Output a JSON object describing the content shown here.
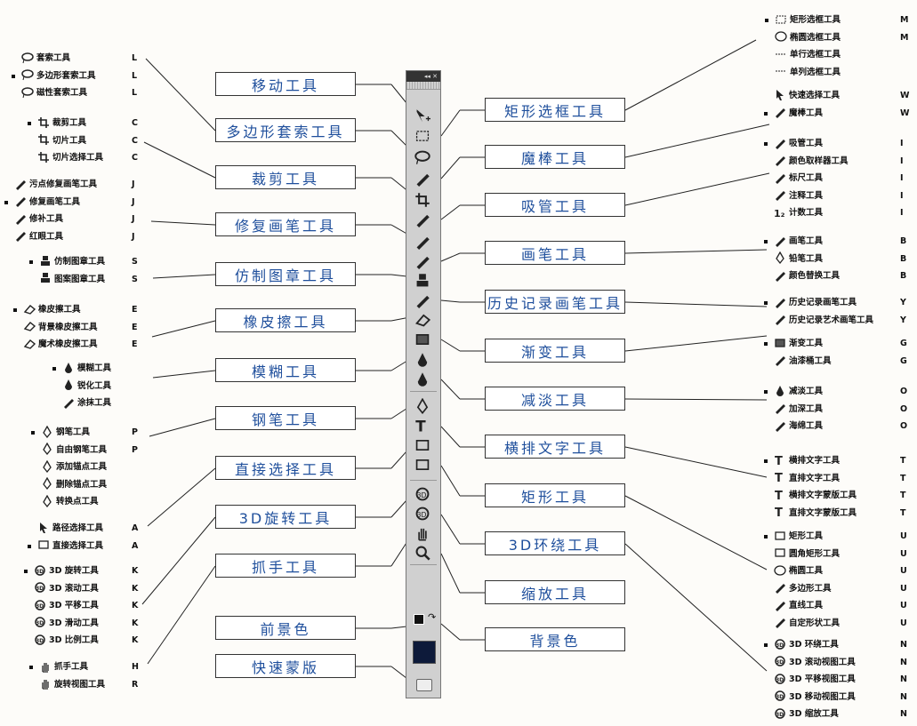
{
  "center_labels_left": [
    {
      "text": "移动工具",
      "tool": "move"
    },
    {
      "text": "多边形套索工具",
      "tool": "lasso"
    },
    {
      "text": "裁剪工具",
      "tool": "crop"
    },
    {
      "text": "修复画笔工具",
      "tool": "heal"
    },
    {
      "text": "仿制图章工具",
      "tool": "stamp"
    },
    {
      "text": "橡皮擦工具",
      "tool": "eraser"
    },
    {
      "text": "模糊工具",
      "tool": "blur"
    },
    {
      "text": "钢笔工具",
      "tool": "pen"
    },
    {
      "text": "直接选择工具",
      "tool": "path"
    },
    {
      "text": "3D旋转工具",
      "tool": "rot3d"
    },
    {
      "text": "抓手工具",
      "tool": "hand"
    },
    {
      "text": "前景色",
      "tool": "fg"
    },
    {
      "text": "快速蒙版",
      "tool": "mask"
    }
  ],
  "center_labels_right": [
    {
      "text": "矩形选框工具",
      "tool": "marquee"
    },
    {
      "text": "魔棒工具",
      "tool": "wand"
    },
    {
      "text": "吸管工具",
      "tool": "eyedrop"
    },
    {
      "text": "画笔工具",
      "tool": "brush"
    },
    {
      "text": "历史记录画笔工具",
      "tool": "history"
    },
    {
      "text": "渐变工具",
      "tool": "gradient"
    },
    {
      "text": "减淡工具",
      "tool": "dodge"
    },
    {
      "text": "横排文字工具",
      "tool": "type"
    },
    {
      "text": "矩形工具",
      "tool": "shape"
    },
    {
      "text": "3D环绕工具",
      "tool": "orbit3d"
    },
    {
      "text": "缩放工具",
      "tool": "zoom"
    },
    {
      "text": "背景色",
      "tool": "bg"
    }
  ],
  "toolbar": {
    "header": "◂◂ ✕"
  },
  "groups_left": [
    {
      "items": [
        {
          "name": "套索工具",
          "key": "L",
          "icon": "lasso-icon"
        },
        {
          "name": "多边形套索工具",
          "key": "L",
          "icon": "polygon-lasso-icon",
          "sel": true
        },
        {
          "name": "磁性套索工具",
          "key": "L",
          "icon": "magnetic-lasso-icon"
        }
      ]
    },
    {
      "items": [
        {
          "name": "裁剪工具",
          "key": "C",
          "icon": "crop-icon",
          "sel": true
        },
        {
          "name": "切片工具",
          "key": "C",
          "icon": "slice-icon"
        },
        {
          "name": "切片选择工具",
          "key": "C",
          "icon": "slice-select-icon"
        }
      ]
    },
    {
      "items": [
        {
          "name": "污点修复画笔工具",
          "key": "J",
          "icon": "spot-heal-icon"
        },
        {
          "name": "修复画笔工具",
          "key": "J",
          "icon": "heal-brush-icon",
          "sel": true
        },
        {
          "name": "修补工具",
          "key": "J",
          "icon": "patch-icon"
        },
        {
          "name": "红眼工具",
          "key": "J",
          "icon": "red-eye-icon"
        }
      ]
    },
    {
      "items": [
        {
          "name": "仿制图章工具",
          "key": "S",
          "icon": "clone-stamp-icon",
          "sel": true
        },
        {
          "name": "图案图章工具",
          "key": "S",
          "icon": "pattern-stamp-icon"
        }
      ]
    },
    {
      "items": [
        {
          "name": "橡皮擦工具",
          "key": "E",
          "icon": "eraser-icon",
          "sel": true
        },
        {
          "name": "背景橡皮擦工具",
          "key": "E",
          "icon": "bg-eraser-icon"
        },
        {
          "name": "魔术橡皮擦工具",
          "key": "E",
          "icon": "magic-eraser-icon"
        }
      ]
    },
    {
      "items": [
        {
          "name": "模糊工具",
          "key": "",
          "icon": "blur-icon",
          "sel": true
        },
        {
          "name": "锐化工具",
          "key": "",
          "icon": "sharpen-icon"
        },
        {
          "name": "涂抹工具",
          "key": "",
          "icon": "smudge-icon"
        }
      ]
    },
    {
      "items": [
        {
          "name": "钢笔工具",
          "key": "P",
          "icon": "pen-icon",
          "sel": true
        },
        {
          "name": "自由钢笔工具",
          "key": "P",
          "icon": "freeform-pen-icon"
        },
        {
          "name": "添加锚点工具",
          "key": "",
          "icon": "add-anchor-icon"
        },
        {
          "name": "删除锚点工具",
          "key": "",
          "icon": "delete-anchor-icon"
        },
        {
          "name": "转换点工具",
          "key": "",
          "icon": "convert-point-icon"
        }
      ]
    },
    {
      "items": [
        {
          "name": "路径选择工具",
          "key": "A",
          "icon": "path-select-icon"
        },
        {
          "name": "直接选择工具",
          "key": "A",
          "icon": "direct-select-icon",
          "sel": true
        }
      ]
    },
    {
      "items": [
        {
          "name": "3D 旋转工具",
          "key": "K",
          "icon": "rotate-3d-icon",
          "sel": true
        },
        {
          "name": "3D 滚动工具",
          "key": "K",
          "icon": "roll-3d-icon"
        },
        {
          "name": "3D 平移工具",
          "key": "K",
          "icon": "pan-3d-icon"
        },
        {
          "name": "3D 滑动工具",
          "key": "K",
          "icon": "slide-3d-icon"
        },
        {
          "name": "3D 比例工具",
          "key": "K",
          "icon": "scale-3d-icon"
        }
      ]
    },
    {
      "items": [
        {
          "name": "抓手工具",
          "key": "H",
          "icon": "hand-icon",
          "sel": true
        },
        {
          "name": "旋转视图工具",
          "key": "R",
          "icon": "rotate-view-icon"
        }
      ]
    }
  ],
  "groups_right": [
    {
      "items": [
        {
          "name": "矩形选框工具",
          "key": "M",
          "icon": "rect-marquee-icon",
          "sel": true
        },
        {
          "name": "椭圆选框工具",
          "key": "M",
          "icon": "ellipse-marquee-icon"
        },
        {
          "name": "单行选框工具",
          "key": "",
          "icon": "single-row-icon"
        },
        {
          "name": "单列选框工具",
          "key": "",
          "icon": "single-col-icon"
        }
      ]
    },
    {
      "items": [
        {
          "name": "快速选择工具",
          "key": "W",
          "icon": "quick-select-icon"
        },
        {
          "name": "魔棒工具",
          "key": "W",
          "icon": "magic-wand-icon",
          "sel": true
        }
      ]
    },
    {
      "items": [
        {
          "name": "吸管工具",
          "key": "I",
          "icon": "eyedropper-icon",
          "sel": true
        },
        {
          "name": "颜色取样器工具",
          "key": "I",
          "icon": "color-sampler-icon"
        },
        {
          "name": "标尺工具",
          "key": "I",
          "icon": "ruler-icon"
        },
        {
          "name": "注释工具",
          "key": "I",
          "icon": "note-icon"
        },
        {
          "name": "计数工具",
          "key": "I",
          "icon": "count-icon"
        }
      ]
    },
    {
      "items": [
        {
          "name": "画笔工具",
          "key": "B",
          "icon": "brush-icon",
          "sel": true
        },
        {
          "name": "铅笔工具",
          "key": "B",
          "icon": "pencil-icon"
        },
        {
          "name": "颜色替换工具",
          "key": "B",
          "icon": "color-replace-icon"
        }
      ]
    },
    {
      "items": [
        {
          "name": "历史记录画笔工具",
          "key": "Y",
          "icon": "history-brush-icon",
          "sel": true
        },
        {
          "name": "历史记录艺术画笔工具",
          "key": "Y",
          "icon": "art-history-icon"
        }
      ]
    },
    {
      "items": [
        {
          "name": "渐变工具",
          "key": "G",
          "icon": "gradient-icon",
          "sel": true
        },
        {
          "name": "油漆桶工具",
          "key": "G",
          "icon": "paint-bucket-icon"
        }
      ]
    },
    {
      "items": [
        {
          "name": "减淡工具",
          "key": "O",
          "icon": "dodge-icon",
          "sel": true
        },
        {
          "name": "加深工具",
          "key": "O",
          "icon": "burn-icon"
        },
        {
          "name": "海绵工具",
          "key": "O",
          "icon": "sponge-icon"
        }
      ]
    },
    {
      "items": [
        {
          "name": "横排文字工具",
          "key": "T",
          "icon": "h-type-icon",
          "sel": true
        },
        {
          "name": "直排文字工具",
          "key": "T",
          "icon": "v-type-icon"
        },
        {
          "name": "横排文字蒙版工具",
          "key": "T",
          "icon": "h-type-mask-icon"
        },
        {
          "name": "直排文字蒙版工具",
          "key": "T",
          "icon": "v-type-mask-icon"
        }
      ]
    },
    {
      "items": [
        {
          "name": "矩形工具",
          "key": "U",
          "icon": "rectangle-icon",
          "sel": true
        },
        {
          "name": "圆角矩形工具",
          "key": "U",
          "icon": "rounded-rect-icon"
        },
        {
          "name": "椭圆工具",
          "key": "U",
          "icon": "ellipse-icon"
        },
        {
          "name": "多边形工具",
          "key": "U",
          "icon": "polygon-icon"
        },
        {
          "name": "直线工具",
          "key": "U",
          "icon": "line-icon"
        },
        {
          "name": "自定形状工具",
          "key": "U",
          "icon": "custom-shape-icon"
        }
      ]
    },
    {
      "items": [
        {
          "name": "3D 环绕工具",
          "key": "N",
          "icon": "orbit-3d-icon",
          "sel": true
        },
        {
          "name": "3D 滚动视图工具",
          "key": "N",
          "icon": "roll-view-3d-icon"
        },
        {
          "name": "3D 平移视图工具",
          "key": "N",
          "icon": "pan-view-3d-icon"
        },
        {
          "name": "3D 移动视图工具",
          "key": "N",
          "icon": "walk-view-3d-icon"
        },
        {
          "name": "3D 缩放工具",
          "key": "N",
          "icon": "zoom-3d-icon"
        }
      ]
    }
  ]
}
